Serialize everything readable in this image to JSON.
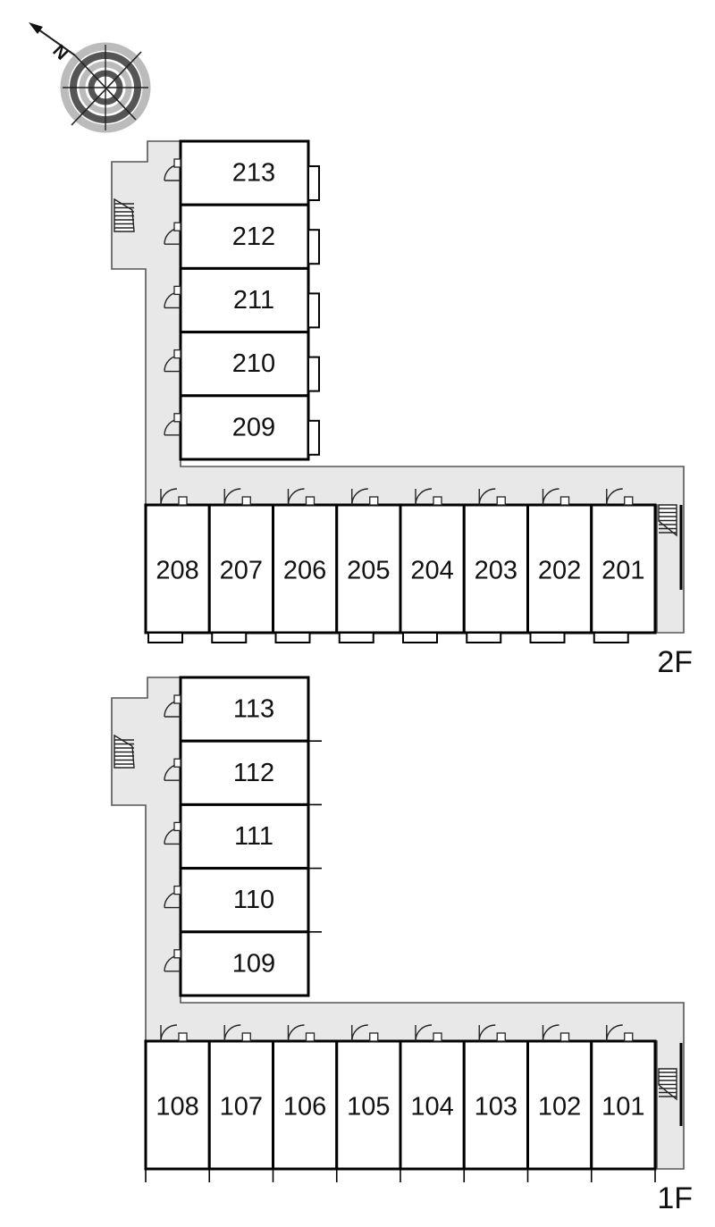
{
  "compass": {
    "north_label": "N",
    "icon": "compass-rose-icon"
  },
  "floors": [
    {
      "id": "2F",
      "label": "2F",
      "vertical_rooms": [
        "213",
        "212",
        "211",
        "210",
        "209"
      ],
      "horizontal_rooms": [
        "208",
        "207",
        "206",
        "205",
        "204",
        "203",
        "202",
        "201"
      ]
    },
    {
      "id": "1F",
      "label": "1F",
      "vertical_rooms": [
        "113",
        "112",
        "111",
        "110",
        "109"
      ],
      "horizontal_rooms": [
        "108",
        "107",
        "106",
        "105",
        "104",
        "103",
        "102",
        "101"
      ]
    }
  ],
  "colors": {
    "corridor": "#e8e8e8",
    "wall": "#000000",
    "compass_ring_dark": "#555555",
    "compass_ring_light": "#bbbbbb"
  }
}
